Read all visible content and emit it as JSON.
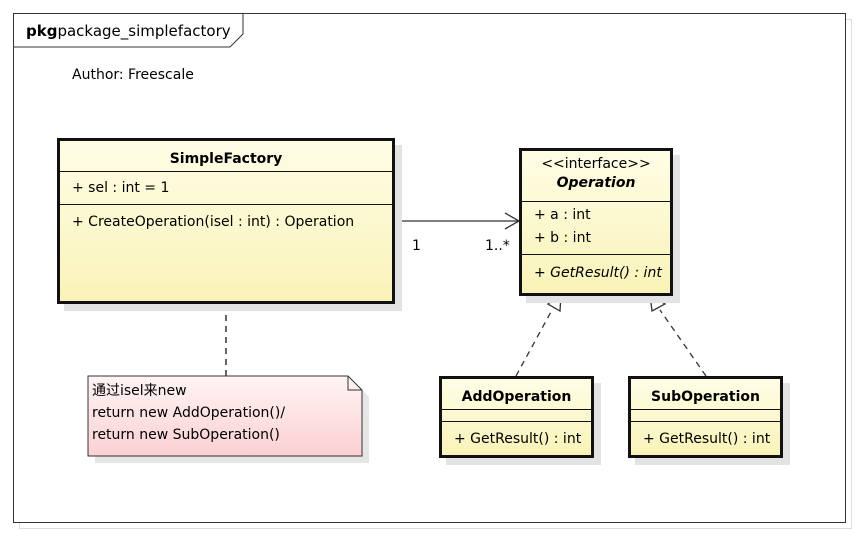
{
  "frame": {
    "keyword": "pkg",
    "name": "package_simplefactory"
  },
  "author": "Author: Freescale",
  "classes": {
    "simple_factory": {
      "name": "SimpleFactory",
      "attributes": [
        "+ sel : int = 1"
      ],
      "operations": [
        "+ CreateOperation(isel : int) : Operation"
      ]
    },
    "operation": {
      "stereotype": "<<interface>>",
      "name": "Operation",
      "attributes": [
        "+ a : int",
        "+ b : int"
      ],
      "operations": [
        "+ GetResult() : int"
      ]
    },
    "add_operation": {
      "name": "AddOperation",
      "operations": [
        "+ GetResult() : int"
      ]
    },
    "sub_operation": {
      "name": "SubOperation",
      "operations": [
        "+ GetResult() : int"
      ]
    }
  },
  "association": {
    "source_multiplicity": "1",
    "target_multiplicity": "1..*"
  },
  "note": {
    "lines": [
      "通过isel来new",
      "return new AddOperation()/",
      "return new SubOperation()"
    ]
  },
  "colors": {
    "class_fill_top": "#fffde6",
    "class_fill_bottom": "#f9f3b8",
    "note_fill_top": "#fff4f4",
    "note_fill_bottom": "#fbd0d3",
    "border": "#111111"
  }
}
